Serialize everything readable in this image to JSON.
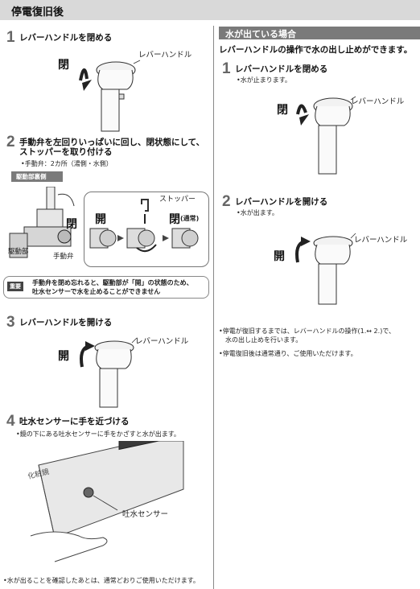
{
  "header": {
    "title": "停電復旧後"
  },
  "left": {
    "step1": {
      "num": "1",
      "title": "レバーハンドルを閉める",
      "close_label": "閉",
      "lever_label": "レバーハンドル"
    },
    "step2": {
      "num": "2",
      "title_line1": "手動弁を左回りいっぱいに回し、閉状態にして、",
      "title_line2": "ストッパーを取り付ける",
      "note": "•手動弁：2カ所（湯側・水側）",
      "tag": "駆動部裏側",
      "close_big": "閉",
      "drive_label": "駆動部",
      "valve_label": "手動弁",
      "open_label": "開",
      "stopper_label": "ストッパー",
      "close_label": "閉",
      "close_normal": "(通常)"
    },
    "warning": {
      "badge": "重要",
      "line1": "手動弁を閉め忘れると、駆動部が「開」の状態のため、",
      "line2": "吐水センサーで水を止めることができません"
    },
    "step3": {
      "num": "3",
      "title": "レバーハンドルを開ける",
      "open_label": "開",
      "lever_label": "レバーハンドル"
    },
    "step4": {
      "num": "4",
      "title": "吐水センサーに手を近づける",
      "note": "•鏡の下にある吐水センサーに手をかざすと水が出ます。",
      "cabinet_text": "化粧鏡",
      "sensor_label": "吐水センサー",
      "footer_note": "•水が出ることを確認したあとは、通常どおりご使用いただけます。"
    }
  },
  "right": {
    "subhead": "水が出ている場合",
    "intro": "レバーハンドルの操作で水の出し止めができます。",
    "step1": {
      "num": "1",
      "title": "レバーハンドルを閉める",
      "note": "•水が止まります。",
      "close_label": "閉",
      "lever_label": "レバーハンドル"
    },
    "step2": {
      "num": "2",
      "title": "レバーハンドルを開ける",
      "note": "•水が出ます。",
      "open_label": "開",
      "lever_label": "レバーハンドル"
    },
    "note1_line1": "•停電が復旧するまでは、レバーハンドルの操作(1.↔ 2.)で、",
    "note1_line2": "水の出し止めを行います。",
    "note2": "•停電復旧後は通常通り、ご使用いただけます。"
  }
}
